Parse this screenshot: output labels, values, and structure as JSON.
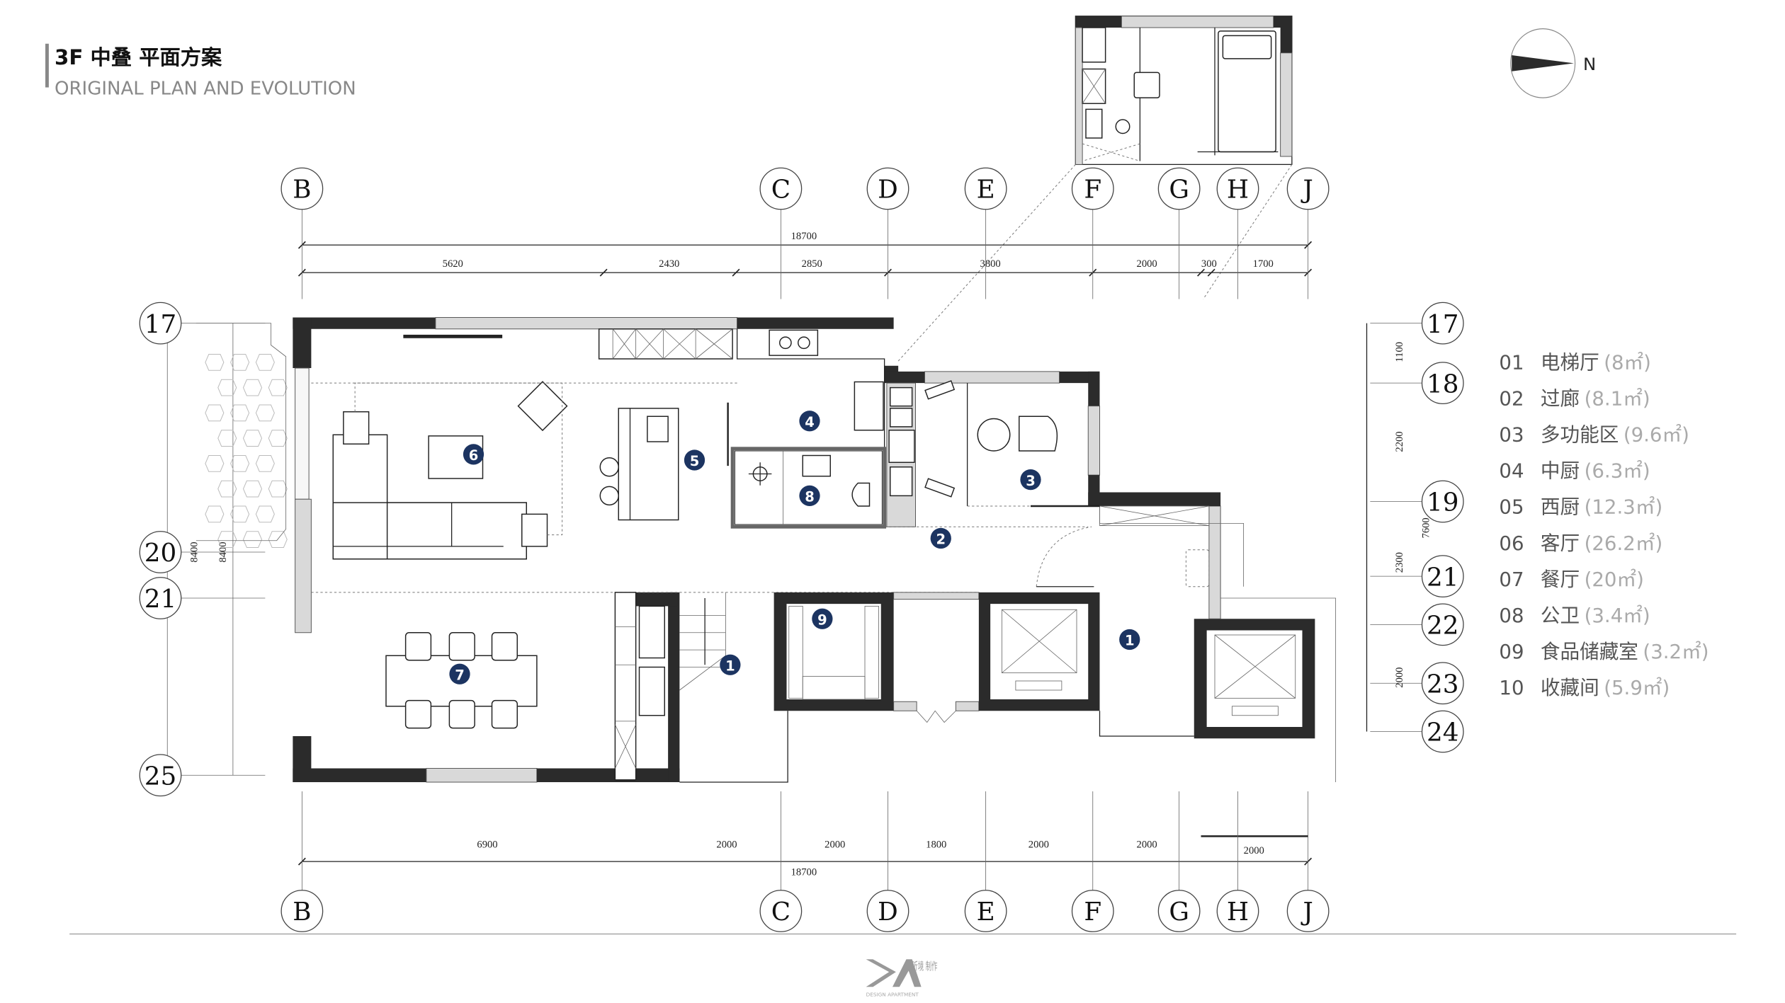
{
  "header": {
    "title": "3F 中叠  平面方案",
    "subtitle": "ORIGINAL  PLAN  AND  EVOLUTION"
  },
  "compass": {
    "label": "N"
  },
  "grid": {
    "columns": [
      "B",
      "C",
      "D",
      "E",
      "F",
      "G",
      "H",
      "J"
    ],
    "rows_left": [
      "17",
      "20",
      "21",
      "25"
    ],
    "rows_right": [
      "17",
      "18",
      "19",
      "21",
      "22",
      "23",
      "24"
    ]
  },
  "dimensions": {
    "top_total": "18700",
    "top_segments": [
      "5620",
      "2430",
      "2850",
      "3800",
      "2000",
      "300",
      "1700"
    ],
    "bottom_segments": [
      "6900",
      "2000",
      "2000",
      "1800",
      "2000",
      "2000"
    ],
    "bottom_extra": "2000",
    "bottom_total": "18700",
    "left": [
      "8400",
      "8400"
    ],
    "right": [
      "1100",
      "2200",
      "7600",
      "2300",
      "2000"
    ]
  },
  "plan": {
    "markers": [
      "1",
      "1",
      "2",
      "3",
      "4",
      "5",
      "6",
      "7",
      "8",
      "9"
    ],
    "marker_color": "#1c3461"
  },
  "legend": [
    {
      "num": "01",
      "name": "电梯厅",
      "area": "(8㎡)"
    },
    {
      "num": "02",
      "name": "过廊",
      "area": "(8.1㎡)"
    },
    {
      "num": "03",
      "name": "多功能区",
      "area": "(9.6㎡)"
    },
    {
      "num": "04",
      "name": "中厨",
      "area": "(6.3㎡)"
    },
    {
      "num": "05",
      "name": "西厨",
      "area": "(12.3㎡)"
    },
    {
      "num": "06",
      "name": "客厅",
      "area": "(26.2㎡)"
    },
    {
      "num": "07",
      "name": "餐厅",
      "area": "(20㎡)"
    },
    {
      "num": "08",
      "name": "公卫",
      "area": "(3.4㎡)"
    },
    {
      "num": "09",
      "name": "食品储藏室",
      "area": "(3.2㎡)"
    },
    {
      "num": "10",
      "name": "收藏间",
      "area": "(5.9㎡)"
    }
  ],
  "logo": {
    "text_cn": "沂境 制作",
    "text_en": "DESIGN APARTMENT"
  }
}
